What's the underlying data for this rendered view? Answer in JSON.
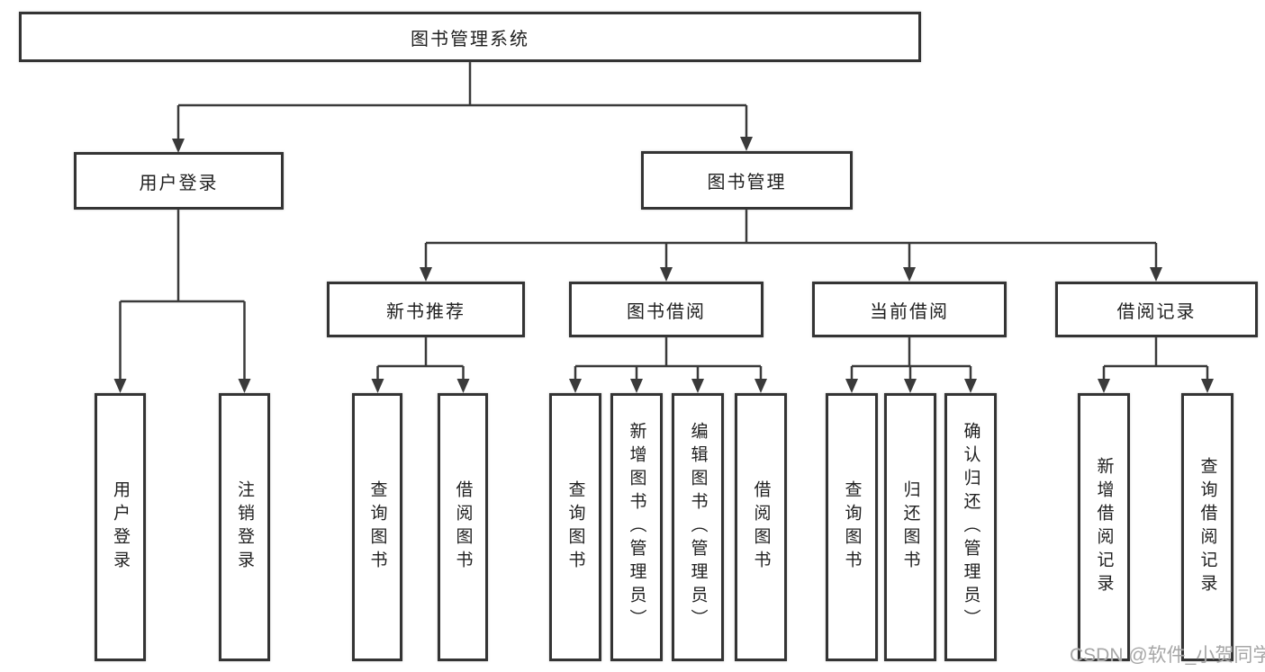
{
  "diagram": {
    "title": "图书管理系统",
    "branches": [
      {
        "label": "用户登录",
        "children": [
          "用户登录",
          "注销登录"
        ]
      },
      {
        "label": "图书管理",
        "modules": [
          {
            "label": "新书推荐",
            "children": [
              "查询图书",
              "借阅图书"
            ]
          },
          {
            "label": "图书借阅",
            "children": [
              "查询图书",
              "新增图书（管理员）",
              "编辑图书（管理员）",
              "借阅图书"
            ]
          },
          {
            "label": "当前借阅",
            "children": [
              "查询图书",
              "归还图书",
              "确认归还（管理员）"
            ]
          },
          {
            "label": "借阅记录",
            "children": [
              "新增借阅记录",
              "查询借阅记录"
            ]
          }
        ]
      }
    ],
    "watermark": "CSDN @软件_小贺同学"
  },
  "colors": {
    "line": "#3a3a3a",
    "border": "#343434",
    "text": "#1f1f1f",
    "watermark": "#a6a6a6",
    "background": "#ffffff"
  }
}
